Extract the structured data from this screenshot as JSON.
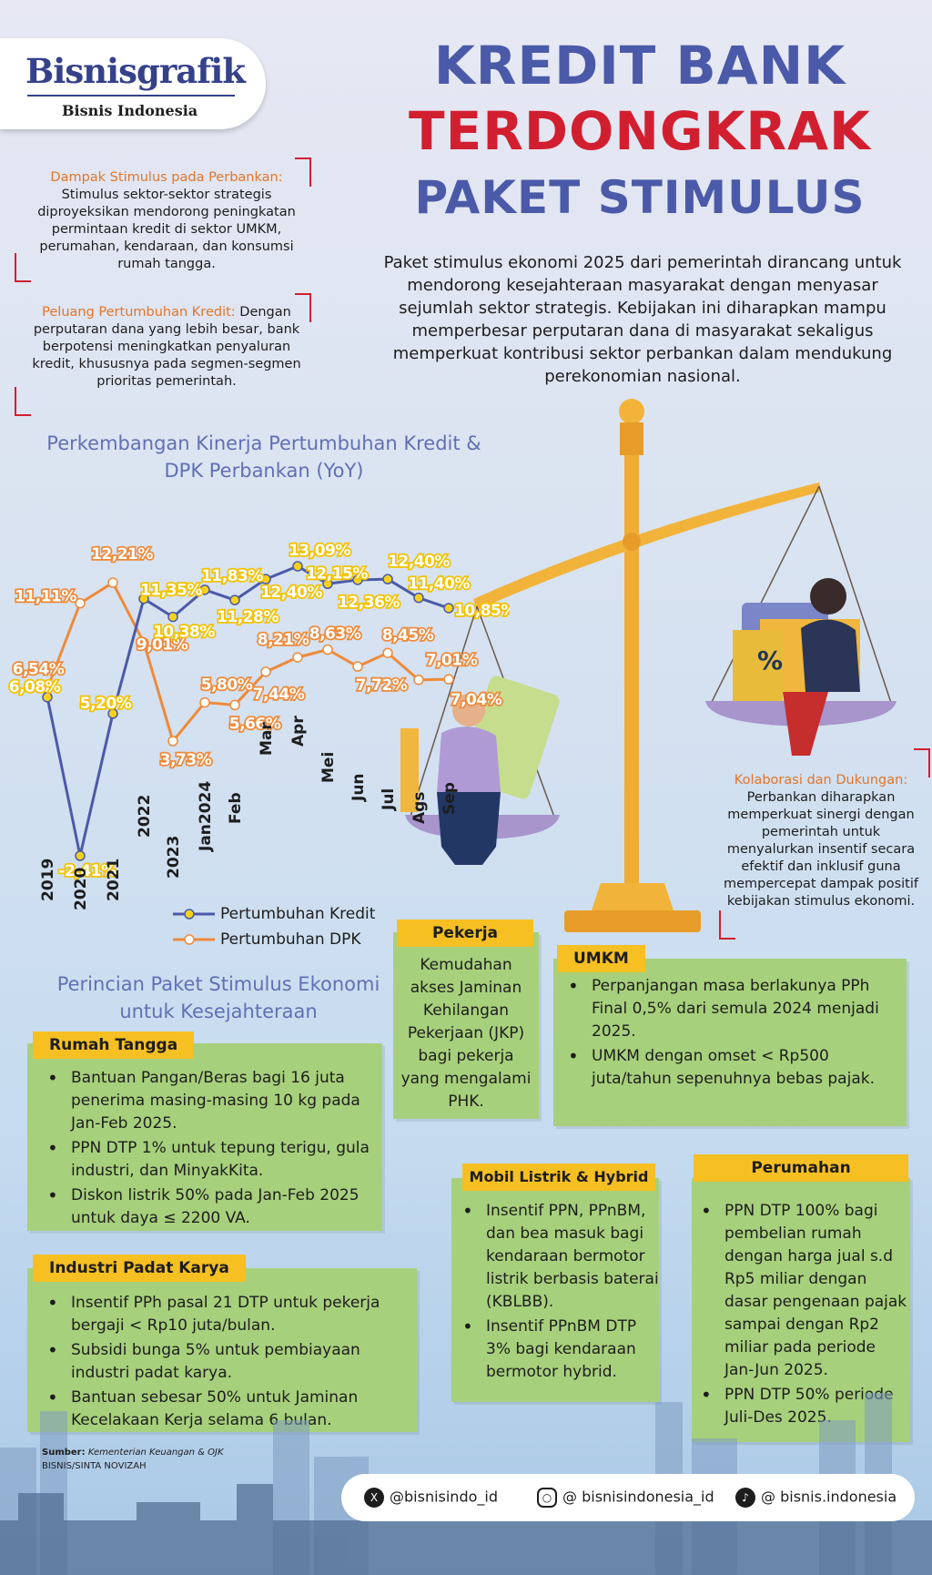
{
  "brand": {
    "logo": "Bisnisgrafik",
    "sub": "Bisnis Indonesia"
  },
  "title": {
    "line1": "KREDIT BANK",
    "line2": "TERDONGKRAK",
    "line3": "PAKET STIMULUS"
  },
  "intro": "Paket stimulus ekonomi 2025 dari pemerintah dirancang untuk mendorong kesejahteraan masyarakat dengan menyasar sejumlah sektor strategis. Kebijakan ini diharapkan mampu memperbesar perputaran dana di masyarakat sekaligus memperkuat kontribusi sektor perbankan dalam mendukung perekonomian nasional.",
  "notes": {
    "dampak_label": "Dampak Stimulus pada Perbankan:",
    "dampak_text": "Stimulus sektor-sektor strategis diproyeksikan mendorong peningkatan permintaan kredit di sektor UMKM, perumahan, kendaraan, dan konsumsi rumah tangga.",
    "peluang_label": "Peluang Pertumbuhan Kredit:",
    "peluang_text": "Dengan perputaran dana yang lebih besar, bank berpotensi meningkatkan penyaluran kredit, khususnya pada segmen-segmen prioritas pemerintah.",
    "kolaborasi_label": "Kolaborasi dan Dukungan:",
    "kolaborasi_text": "Perbankan diharapkan memperkuat sinergi dengan pemerintah untuk menyalurkan insentif secara efektif dan inklusif guna mempercepat dampak positif kebijakan stimulus ekonomi."
  },
  "chart_title": "Perkembangan Kinerja Pertumbuhan Kredit & DPK Perbankan (YoY)",
  "chart_data": {
    "type": "line",
    "title": "Perkembangan Kinerja Pertumbuhan Kredit & DPK Perbankan (YoY)",
    "categories": [
      "2019",
      "2020",
      "2021",
      "2022",
      "2023",
      "Jan2024",
      "Feb",
      "Mar",
      "Apr",
      "Mei",
      "Jun",
      "Jul",
      "Ags",
      "Sep"
    ],
    "series": [
      {
        "name": "Pertumbuhan Kredit",
        "color": "#4b5aa8",
        "values": [
          6.08,
          -2.41,
          5.2,
          11.35,
          10.38,
          11.83,
          11.28,
          12.4,
          13.09,
          12.15,
          12.36,
          12.4,
          11.4,
          10.85
        ],
        "labels": [
          "6,08%",
          "-2,41%",
          "5,20%",
          "11,35%",
          "10,38%",
          "11,83%",
          "11,28%",
          "12,40%",
          "13,09%",
          "12,15%",
          "12,36%",
          "12,40%",
          "11,40%",
          "10,85%"
        ]
      },
      {
        "name": "Pertumbuhan DPK",
        "color": "#ee8a3a",
        "values": [
          6.54,
          11.11,
          12.21,
          9.01,
          3.73,
          5.8,
          5.66,
          7.44,
          8.21,
          8.63,
          7.72,
          8.45,
          7.01,
          7.04
        ],
        "labels": [
          "6,54%",
          "11,11%",
          "12,21%",
          "9,01%",
          "3,73%",
          "5,80%",
          "5,66%",
          "7,44%",
          "8,21%",
          "8,63%",
          "7,72%",
          "8,45%",
          "7,01%",
          "7,04%"
        ]
      }
    ],
    "legend": [
      "Pertumbuhan Kredit",
      "Pertumbuhan DPK"
    ],
    "legend_position": "bottom"
  },
  "section_title": "Perincian Paket Stimulus Ekonomi untuk Kesejahteraan",
  "boxes": {
    "rumah_tangga": {
      "title": "Rumah Tangga",
      "items": [
        "Bantuan Pangan/Beras bagi 16 juta penerima masing-masing 10 kg pada Jan-Feb 2025.",
        "PPN DTP 1% untuk tepung terigu, gula industri, dan MinyakKita.",
        "Diskon listrik 50% pada Jan-Feb 2025 untuk daya ≤ 2200 VA."
      ]
    },
    "industri": {
      "title": "Industri Padat Karya",
      "items": [
        "Insentif PPh pasal 21 DTP untuk pekerja bergaji < Rp10 juta/bulan.",
        "Subsidi bunga 5% untuk pembiayaan industri padat karya.",
        "Bantuan sebesar 50% untuk Jaminan Kecelakaan Kerja selama 6 bulan."
      ]
    },
    "pekerja": {
      "title": "Pekerja",
      "text": "Kemudahan akses Jaminan Kehilangan Pekerjaan (JKP) bagi pekerja yang mengalami PHK."
    },
    "umkm": {
      "title": "UMKM",
      "items": [
        "Perpanjangan masa berlakunya PPh Final 0,5% dari semula 2024 menjadi 2025.",
        "UMKM dengan omset < Rp500 juta/tahun sepenuhnya bebas pajak."
      ]
    },
    "mobil": {
      "title": "Mobil Listrik & Hybrid",
      "items": [
        "Insentif PPN, PPnBM, dan bea masuk bagi kendaraan bermotor listrik berbasis baterai (KBLBB).",
        "Insentif PPnBM DTP 3% bagi kendaraan bermotor hybrid."
      ]
    },
    "perumahan": {
      "title": "Perumahan",
      "items": [
        "PPN DTP 100% bagi pembelian rumah dengan harga jual s.d Rp5 miliar dengan dasar pengenaan pajak sampai dengan Rp2 miliar pada periode Jan-Jun 2025.",
        "PPN DTP 50% periode Juli-Des 2025."
      ]
    }
  },
  "source_label": "Sumber:",
  "source": "Kementerian Keuangan & OJK",
  "credit": "BISNIS/SINTA NOVIZAH",
  "social": {
    "x": "@bisnisindo_id",
    "instagram": "@ bisnisindonesia_id",
    "tiktok": "@ bisnis.indonesia"
  },
  "colors": {
    "title_blue": "#4b5aa8",
    "title_red": "#d21f30",
    "box_green": "#a7d07c",
    "tab_yellow": "#f6bf22",
    "dpk_orange": "#ee8a3a",
    "kredit_blue": "#4b5aa8"
  }
}
